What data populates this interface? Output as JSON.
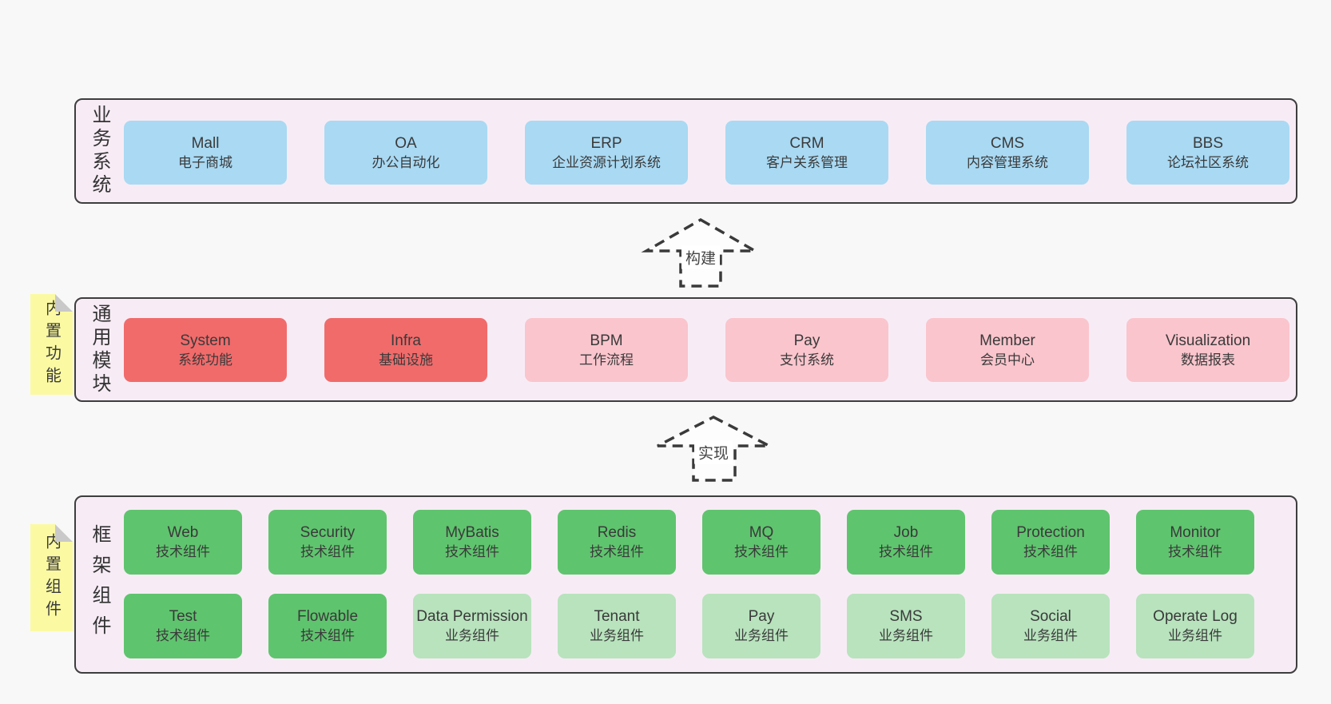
{
  "colors": {
    "page_bg": "#f8f8f8",
    "panel_bg": "#f7ecf5",
    "panel_border": "#3e3e3e",
    "box_blue": "#a9d9f3",
    "box_red": "#f16b6b",
    "box_pink": "#fac5cd",
    "box_green": "#5fc46e",
    "box_green_light": "#b8e3bd",
    "sticky_yellow": "#fbfaa2",
    "sticky_fold": "#c9c9c9",
    "text": "#3a3a3a"
  },
  "arrows": [
    {
      "label": "构建"
    },
    {
      "label": "实现"
    }
  ],
  "sections": {
    "business": {
      "side_label": "业务系统",
      "boxes": [
        {
          "title": "Mall",
          "subtitle": "电子商城"
        },
        {
          "title": "OA",
          "subtitle": "办公自动化"
        },
        {
          "title": "ERP",
          "subtitle": "企业资源计划系统"
        },
        {
          "title": "CRM",
          "subtitle": "客户关系管理"
        },
        {
          "title": "CMS",
          "subtitle": "内容管理系统"
        },
        {
          "title": "BBS",
          "subtitle": "论坛社区系统"
        }
      ]
    },
    "common": {
      "sticky_note": "内置功能",
      "side_label": "通用模块",
      "boxes": [
        {
          "title": "System",
          "subtitle": "系统功能"
        },
        {
          "title": "Infra",
          "subtitle": "基础设施"
        },
        {
          "title": "BPM",
          "subtitle": "工作流程"
        },
        {
          "title": "Pay",
          "subtitle": "支付系统"
        },
        {
          "title": "Member",
          "subtitle": "会员中心"
        },
        {
          "title": "Visualization",
          "subtitle": "数据报表"
        }
      ]
    },
    "framework": {
      "sticky_note": "内置组件",
      "side_label": "框架组件",
      "rows": [
        [
          {
            "title": "Web",
            "subtitle": "技术组件"
          },
          {
            "title": "Security",
            "subtitle": "技术组件"
          },
          {
            "title": "MyBatis",
            "subtitle": "技术组件"
          },
          {
            "title": "Redis",
            "subtitle": "技术组件"
          },
          {
            "title": "MQ",
            "subtitle": "技术组件"
          },
          {
            "title": "Job",
            "subtitle": "技术组件"
          },
          {
            "title": "Protection",
            "subtitle": "技术组件"
          },
          {
            "title": "Monitor",
            "subtitle": "技术组件"
          }
        ],
        [
          {
            "title": "Test",
            "subtitle": "技术组件"
          },
          {
            "title": "Flowable",
            "subtitle": "技术组件"
          },
          {
            "title": "Data Permission",
            "subtitle": "业务组件"
          },
          {
            "title": "Tenant",
            "subtitle": "业务组件"
          },
          {
            "title": "Pay",
            "subtitle": "业务组件"
          },
          {
            "title": "SMS",
            "subtitle": "业务组件"
          },
          {
            "title": "Social",
            "subtitle": "业务组件"
          },
          {
            "title": "Operate Log",
            "subtitle": "业务组件"
          }
        ]
      ]
    }
  }
}
